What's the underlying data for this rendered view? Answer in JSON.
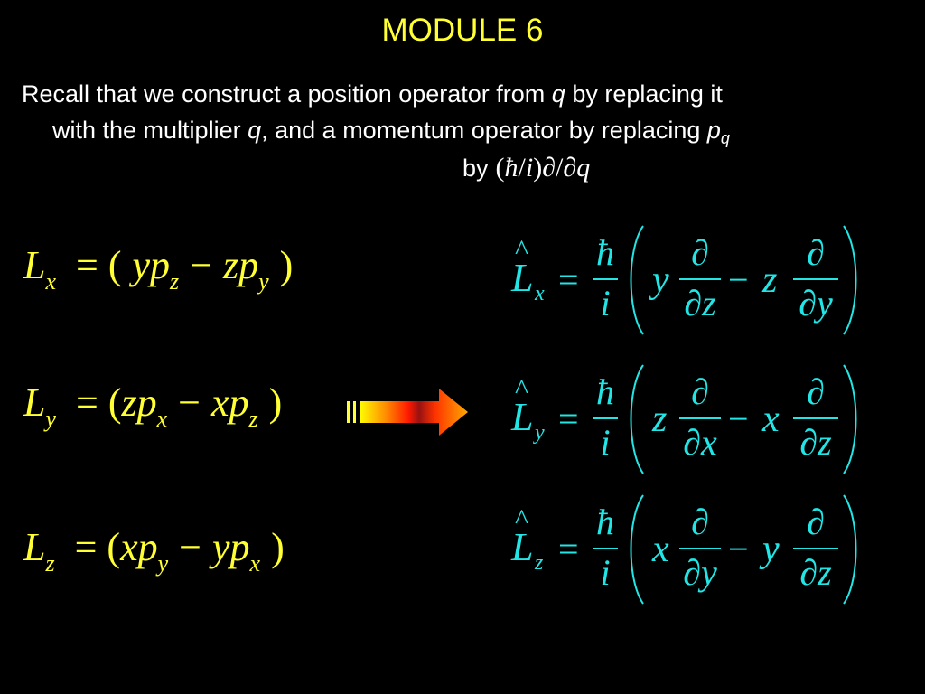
{
  "slide": {
    "title": "MODULE 6",
    "intro": {
      "line1_a": "Recall that we construct a position operator from ",
      "line1_q": "q",
      "line1_b": " by replacing it",
      "line2_a": "with the multiplier ",
      "line2_q": "q",
      "line2_b": ", and a momentum operator by replacing ",
      "line2_p": "p",
      "line2_sub": "q",
      "line3_by": "by",
      "line3_open": "(",
      "line3_hbar": "ħ",
      "line3_slash": "/",
      "line3_i": "i",
      "line3_close": ")",
      "line3_partial": "∂",
      "line3_slash2": "/",
      "line3_partialq": "∂q"
    },
    "classical": [
      {
        "L": "L",
        "sub": "x",
        "rhs_open": "= (",
        "a": "y",
        "ap": "p",
        "asub": "z",
        "minus": "−",
        "b": "z",
        "bp": "p",
        "bsub": "y",
        "close": ")"
      },
      {
        "L": "L",
        "sub": "y",
        "rhs_open": "= (",
        "a": "z",
        "ap": "p",
        "asub": "x",
        "minus": "−",
        "b": "x",
        "bp": "p",
        "bsub": "z",
        "close": ")"
      },
      {
        "L": "L",
        "sub": "z",
        "rhs_open": "= (",
        "a": "x",
        "ap": "p",
        "asub": "y",
        "minus": "−",
        "b": "y",
        "bp": "p",
        "bsub": "x",
        "close": ")"
      }
    ],
    "quantum": [
      {
        "L": "L",
        "sub": "x",
        "eq": "=",
        "hbar": "ħ",
        "i": "i",
        "v1": "y",
        "d1num": "∂",
        "d1den": "∂z",
        "minus": "−",
        "v2": "z",
        "d2num": "∂",
        "d2den": "∂y"
      },
      {
        "L": "L",
        "sub": "y",
        "eq": "=",
        "hbar": "ħ",
        "i": "i",
        "v1": "z",
        "d1num": "∂",
        "d1den": "∂x",
        "minus": "−",
        "v2": "x",
        "d2num": "∂",
        "d2den": "∂z"
      },
      {
        "L": "L",
        "sub": "z",
        "eq": "=",
        "hbar": "ħ",
        "i": "i",
        "v1": "x",
        "d1num": "∂",
        "d1den": "∂y",
        "minus": "−",
        "v2": "y",
        "d2num": "∂",
        "d2den": "∂z"
      }
    ],
    "colors": {
      "background": "#000000",
      "title": "#ffff33",
      "intro_text": "#ffffff",
      "classical_eq": "#ffff33",
      "quantum_eq": "#22e6e6"
    }
  }
}
